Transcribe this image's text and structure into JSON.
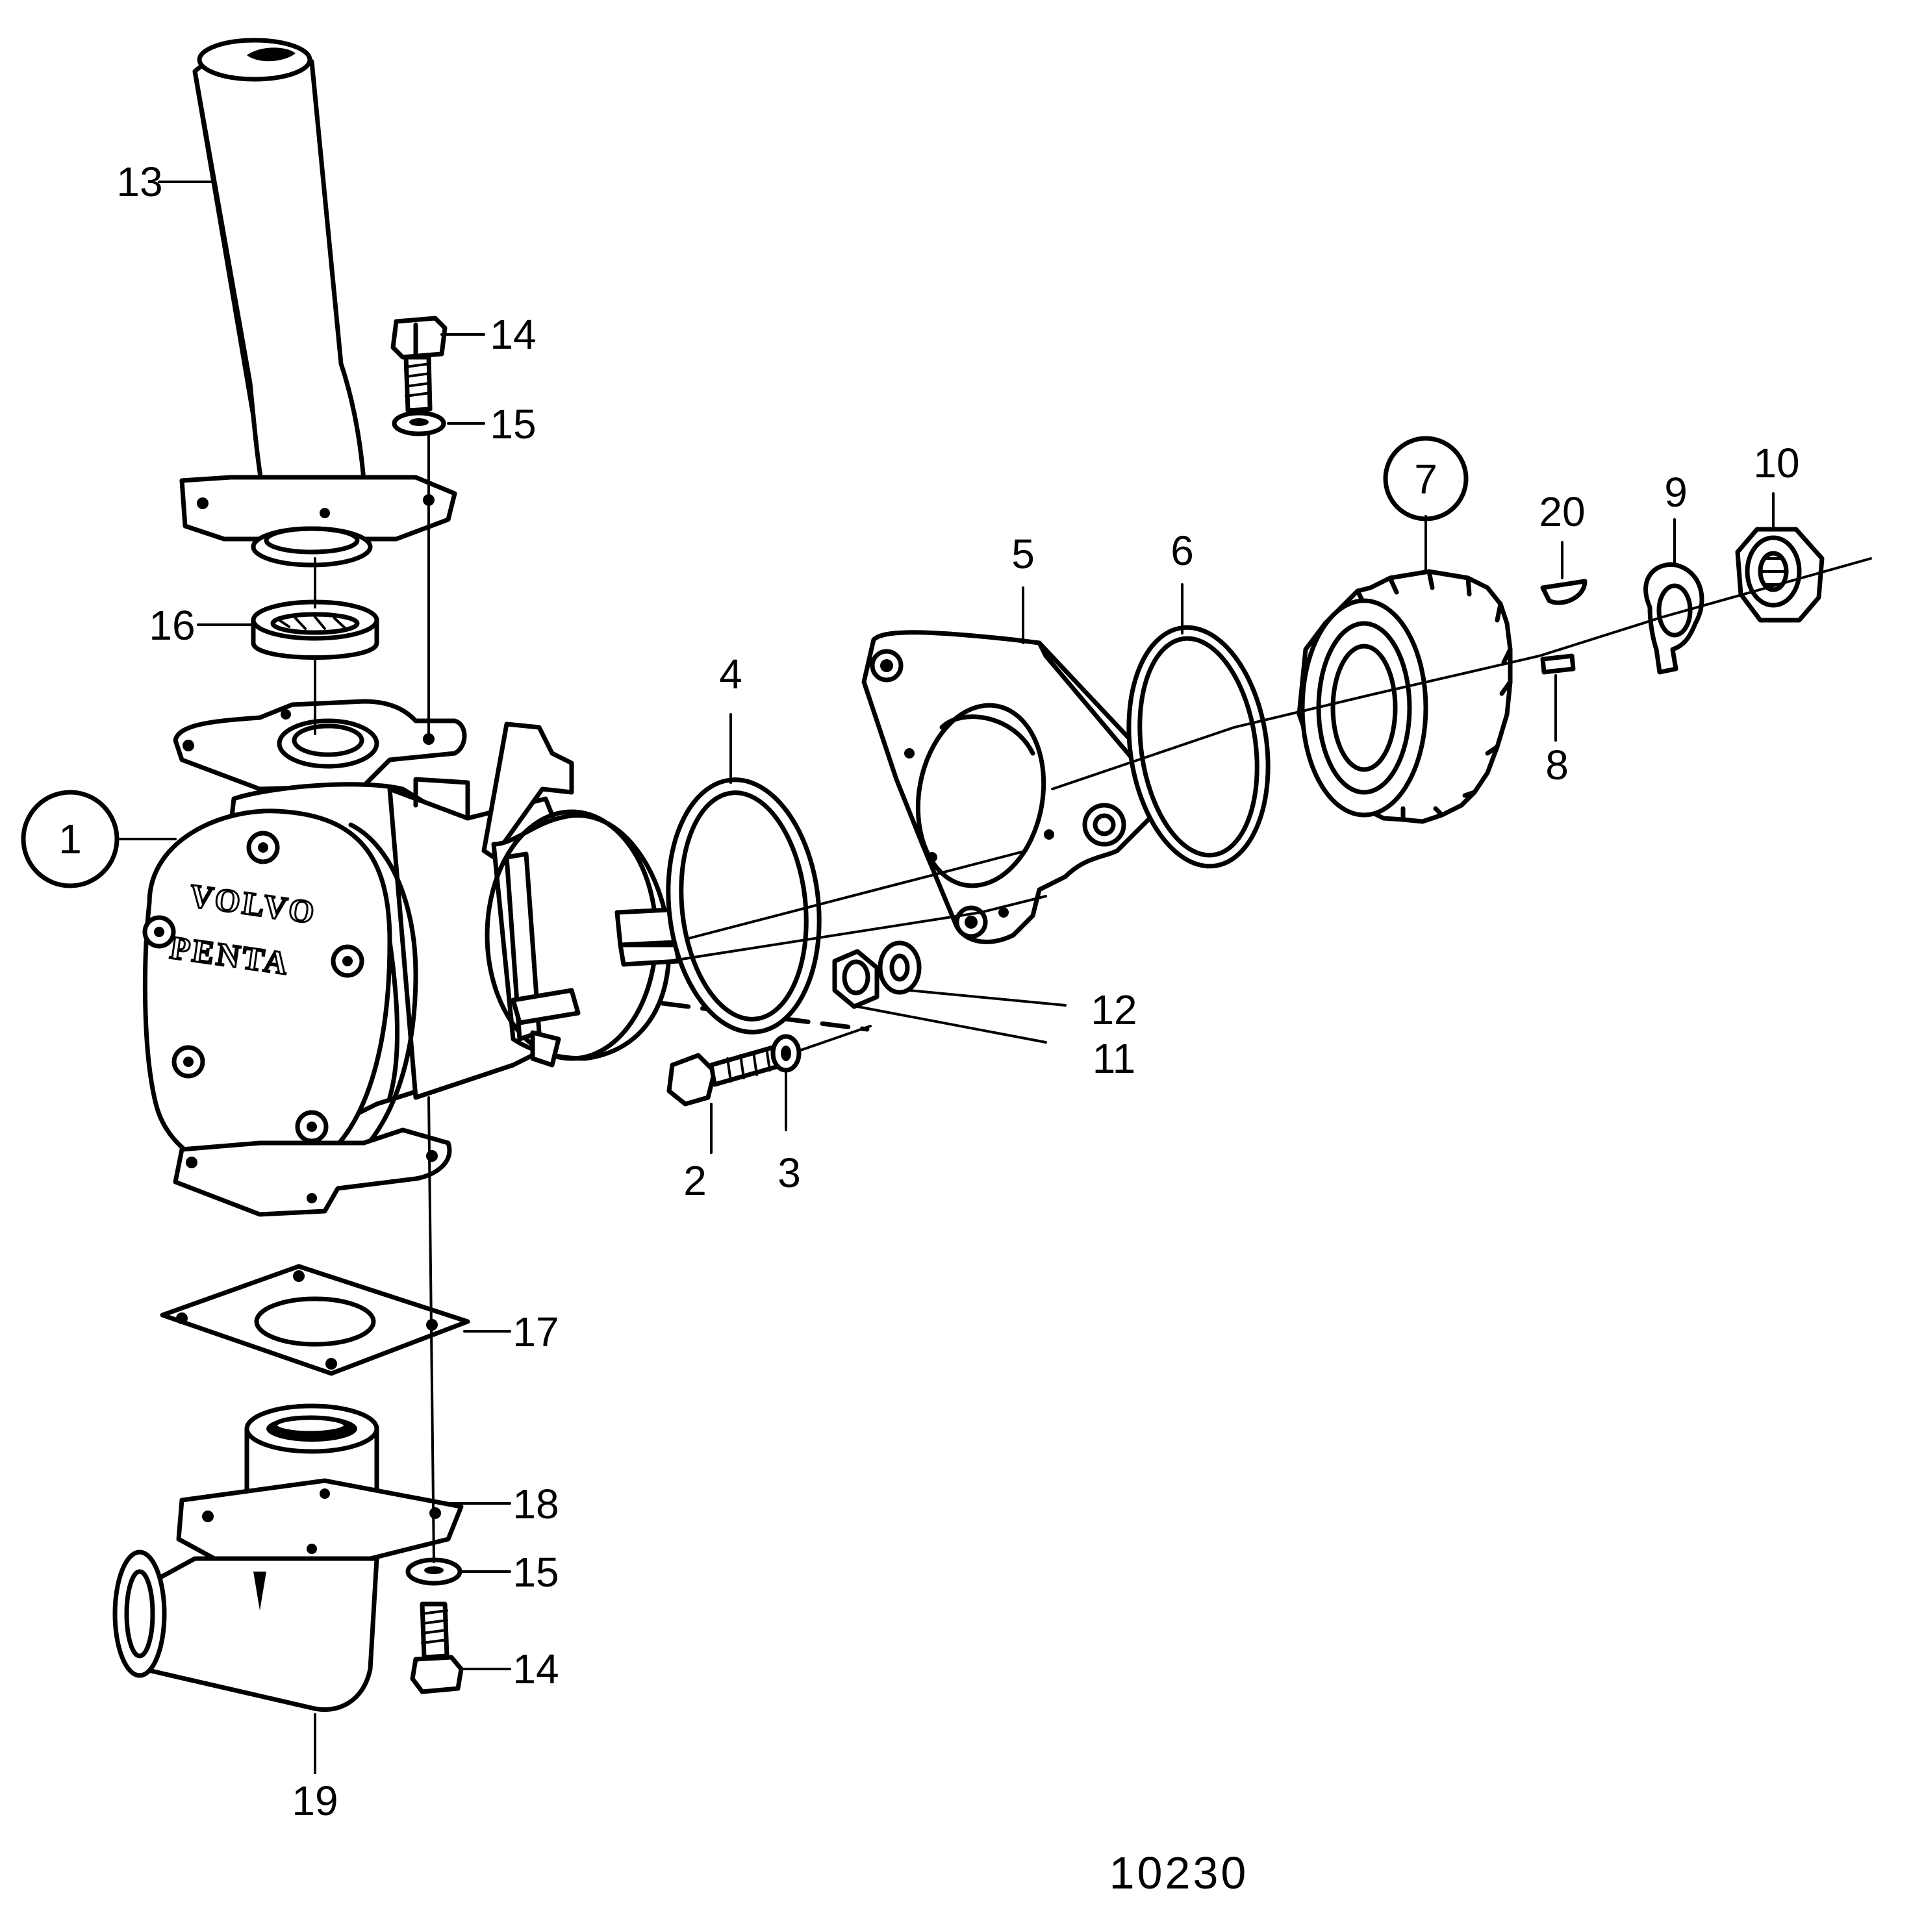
{
  "drawing_number": "10230",
  "brand_text": {
    "line1": "VOLVO",
    "line2": "PENTA"
  },
  "callouts": [
    {
      "id": "1",
      "circled": true
    },
    {
      "id": "2"
    },
    {
      "id": "3"
    },
    {
      "id": "4"
    },
    {
      "id": "5"
    },
    {
      "id": "6"
    },
    {
      "id": "7",
      "circled": true
    },
    {
      "id": "8"
    },
    {
      "id": "9"
    },
    {
      "id": "10"
    },
    {
      "id": "11"
    },
    {
      "id": "12"
    },
    {
      "id": "13"
    },
    {
      "id": "14"
    },
    {
      "id": "15"
    },
    {
      "id": "16"
    },
    {
      "id": "17"
    },
    {
      "id": "18"
    },
    {
      "id": "15"
    },
    {
      "id": "14"
    },
    {
      "id": "19"
    },
    {
      "id": "20"
    }
  ]
}
